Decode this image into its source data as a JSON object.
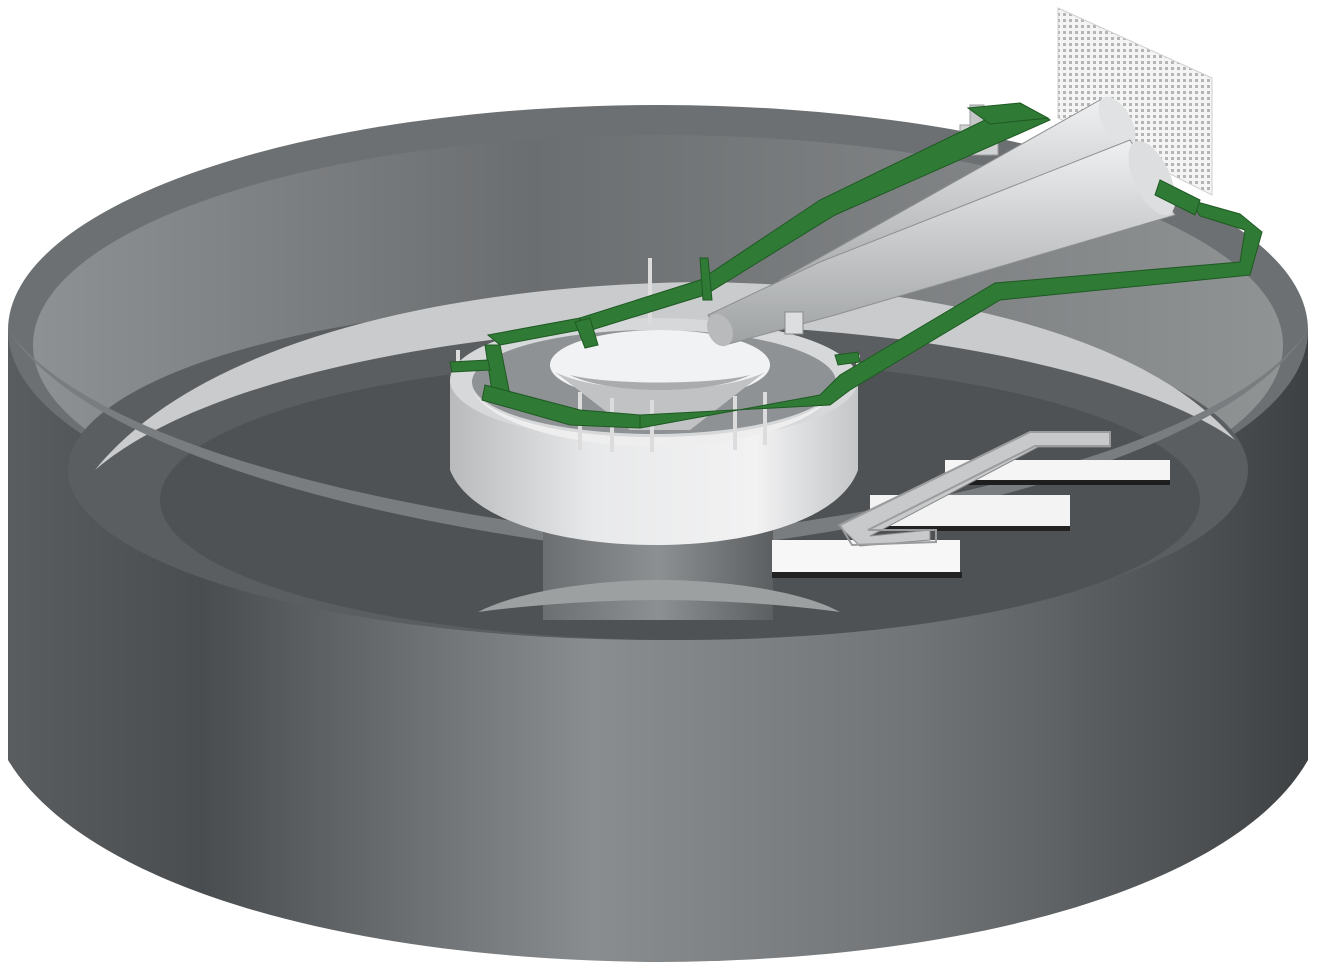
{
  "figure": {
    "kind": "3d-render",
    "components": [
      {
        "id": "outer-tank",
        "icon": "cylinder-tank-icon"
      },
      {
        "id": "inner-ring",
        "icon": "ring-icon"
      },
      {
        "id": "central-column",
        "icon": "column-icon"
      },
      {
        "id": "funnel",
        "icon": "funnel-icon"
      },
      {
        "id": "green-frame",
        "icon": "frame-icon"
      },
      {
        "id": "nozzle-horns",
        "icon": "horn-icon"
      },
      {
        "id": "mesh-panel",
        "icon": "grid-panel-icon"
      },
      {
        "id": "loop-coil",
        "icon": "loop-icon"
      },
      {
        "id": "steps",
        "icon": "steps-icon"
      }
    ],
    "colors": {
      "tank_gray": "#6e7173",
      "tank_dark": "#4c4f51",
      "floor": "#5b5e60",
      "ring_light": "#e3e4e5",
      "frame_green": "#2f7a34",
      "frame_dark": "#1f5a24",
      "horn_light": "#cfd1d2",
      "mesh": "#d9d9d9"
    }
  }
}
